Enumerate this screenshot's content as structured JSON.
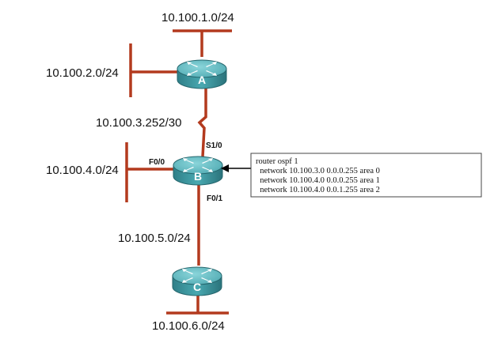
{
  "networks": {
    "net1": "10.100.1.0/24",
    "net2": "10.100.2.0/24",
    "net3": "10.100.3.252/30",
    "net4": "10.100.4.0/24",
    "net5": "10.100.5.0/24",
    "net6": "10.100.6.0/24"
  },
  "routers": {
    "a": "A",
    "b": "B",
    "c": "C"
  },
  "interfaces": {
    "s1_0": "S1/0",
    "f0_0": "F0/0",
    "f0_1": "F0/1"
  },
  "config": {
    "lines": [
      "router ospf 1",
      "  network 10.100.3.0 0.0.0.255 area 0",
      "  network 10.100.4.0 0.0.0.255 area 1",
      "  network 10.100.4.0 0.0.1.255 area 2"
    ]
  },
  "colors": {
    "link": "#b33a1e",
    "router_body": "#3f9aa3",
    "router_top": "#66c1c8"
  }
}
